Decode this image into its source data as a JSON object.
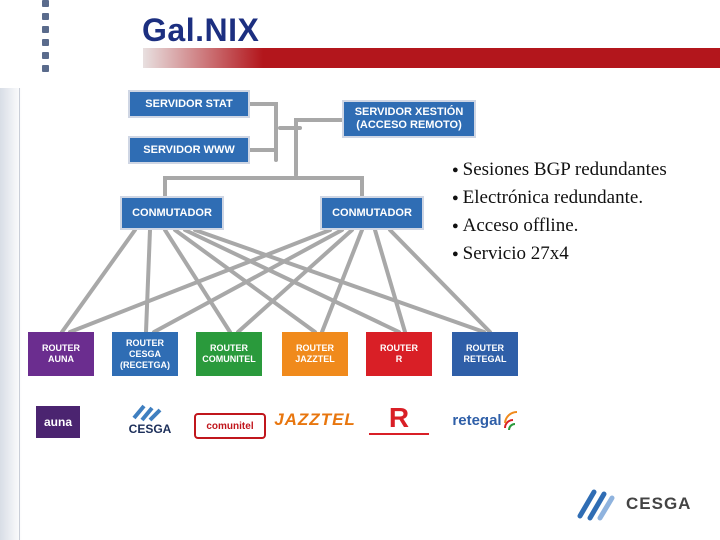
{
  "slide": {
    "title": "Gal.NIX",
    "bullets": [
      "Sesiones BGP redundantes",
      "Electrónica redundante.",
      "Acceso offline.",
      "Servicio 27x4"
    ]
  },
  "diagram": {
    "servers": {
      "stat": "SERVIDOR STAT",
      "www": "SERVIDOR WWW",
      "xestion_line1": "SERVIDOR XESTIÓN",
      "xestion_line2": "(ACCESO REMOTO)"
    },
    "switches": [
      "CONMUTADOR",
      "CONMUTADOR"
    ],
    "routers": [
      {
        "line1": "ROUTER",
        "line2": "AUNA",
        "line3": "",
        "color": "#6b2d8f"
      },
      {
        "line1": "ROUTER",
        "line2": "CESGA",
        "line3": "(RECETGA)",
        "color": "#2f6db4"
      },
      {
        "line1": "ROUTER",
        "line2": "COMUNITEL",
        "line3": "",
        "color": "#2a9a3c"
      },
      {
        "line1": "ROUTER",
        "line2": "JAZZTEL",
        "line3": "",
        "color": "#f08a1c"
      },
      {
        "line1": "ROUTER",
        "line2": "R",
        "line3": "",
        "color": "#d91f26"
      },
      {
        "line1": "ROUTER",
        "line2": "RETEGAL",
        "line3": "",
        "color": "#2f5fa8"
      }
    ],
    "logos": {
      "auna": "auna",
      "cesga": "CESGA",
      "comunitel": "comunitel",
      "jazztel": "JAZZTEL",
      "r": "R",
      "retegal": "retegal"
    }
  },
  "footer": {
    "brand": "CESGA"
  },
  "colors": {
    "title": "#1c2f80",
    "title_bar": "#b3161c",
    "box_blue": "#2f6db4",
    "links": "#a8a8a8"
  }
}
